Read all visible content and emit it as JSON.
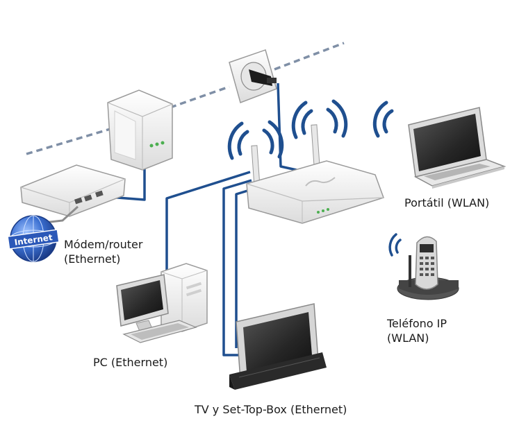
{
  "labels": {
    "modem_line1": "Módem/router",
    "modem_line2": "(Ethernet)",
    "laptop": "Portátil (WLAN)",
    "phone_line1": "Teléfono IP",
    "phone_line2": "(WLAN)",
    "pc": "PC (Ethernet)",
    "tv": "TV y Set-Top-Box (Ethernet)",
    "globe_text": "Internet"
  },
  "colors": {
    "ethernet_cable": "#1f4f8f",
    "powerline": "#7f8fa6",
    "wifi_waves": "#1f4f8f",
    "device_body": "#f2f2f2",
    "device_outline": "#9a9a9a",
    "screen": "#2e2e2e",
    "globe": "#2b58b8"
  },
  "icons": [
    "power-socket-icon",
    "powerline-adapter-icon",
    "modem-router-icon",
    "internet-globe-icon",
    "wlan-router-icon",
    "laptop-icon",
    "ip-phone-icon",
    "pc-icon",
    "tv-set-top-box-icon"
  ]
}
